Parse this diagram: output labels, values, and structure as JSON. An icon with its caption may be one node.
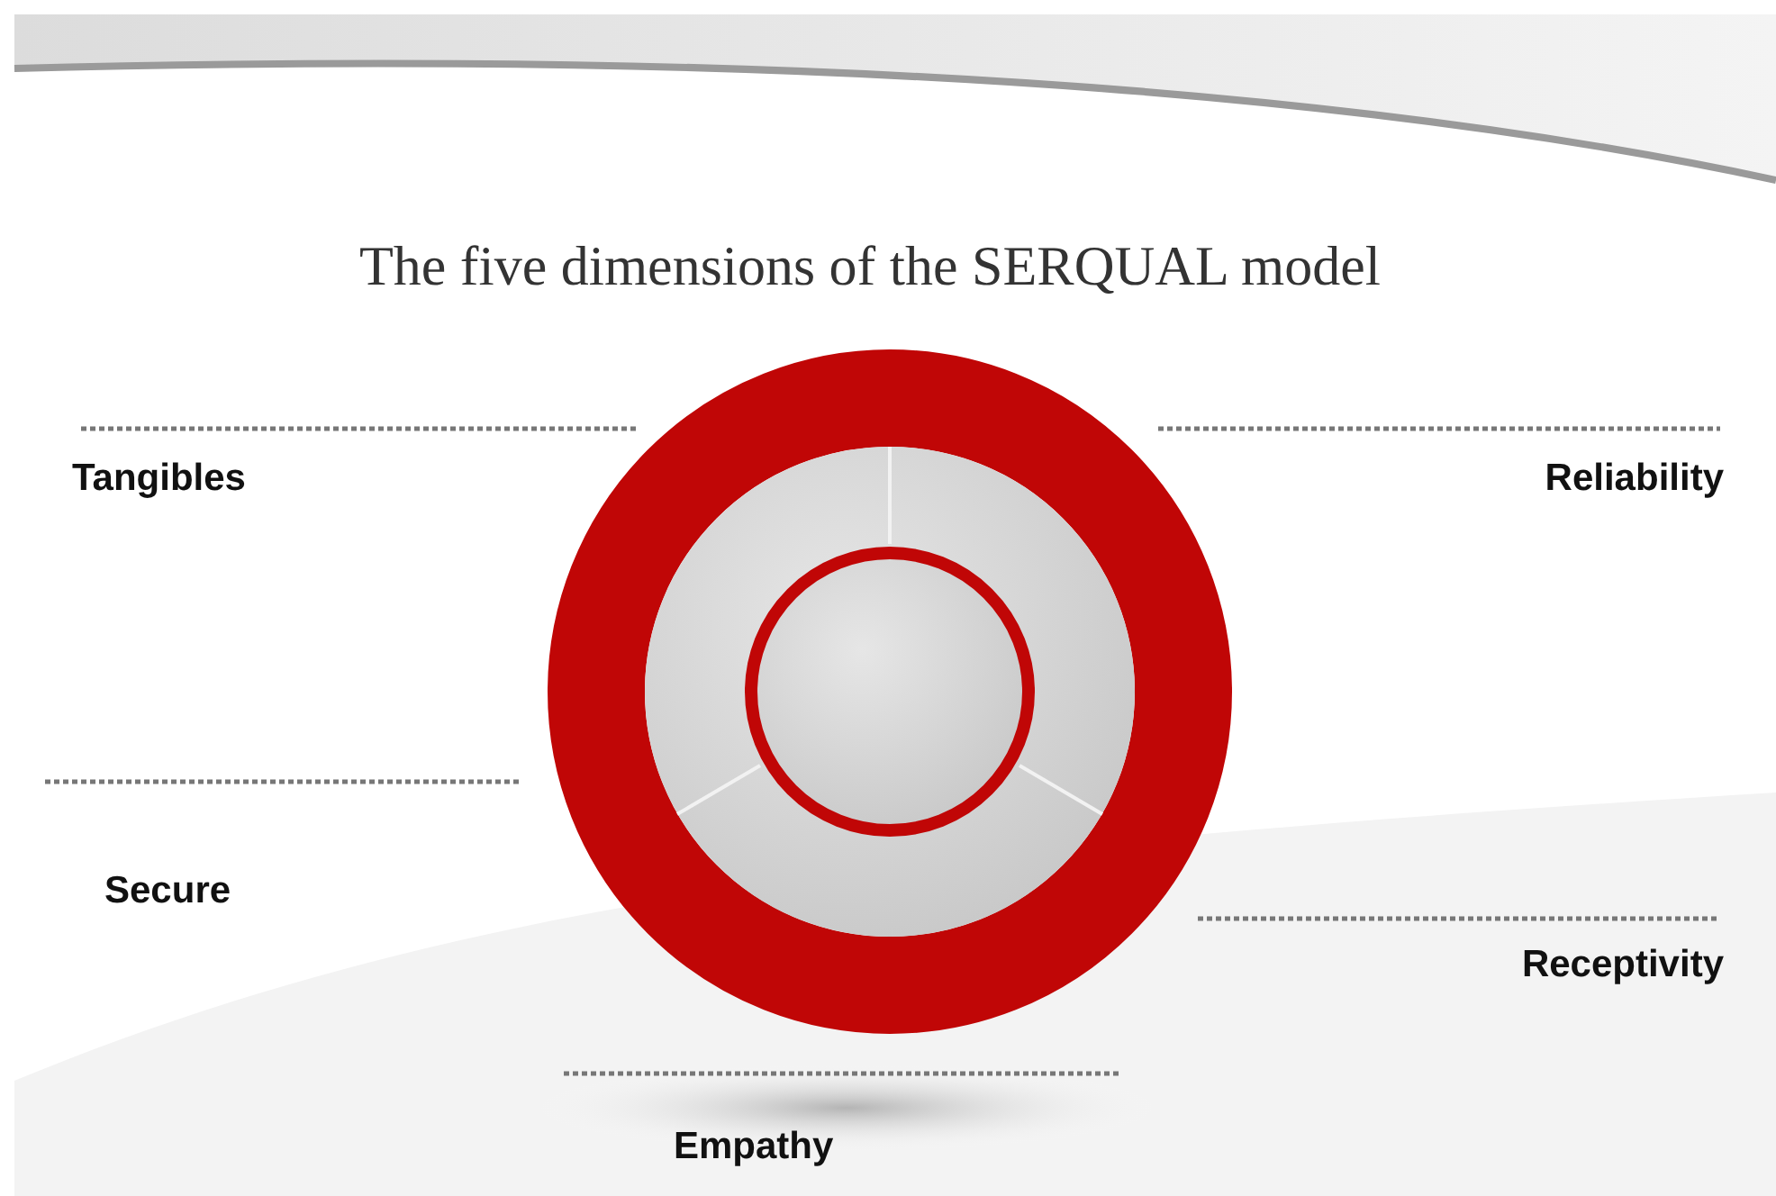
{
  "diagram": {
    "title": "The five dimensions of the SERQUAL model",
    "labels": [
      "Tangibles",
      "Reliability",
      "Secure",
      "Receptivity",
      "Empathy"
    ]
  }
}
